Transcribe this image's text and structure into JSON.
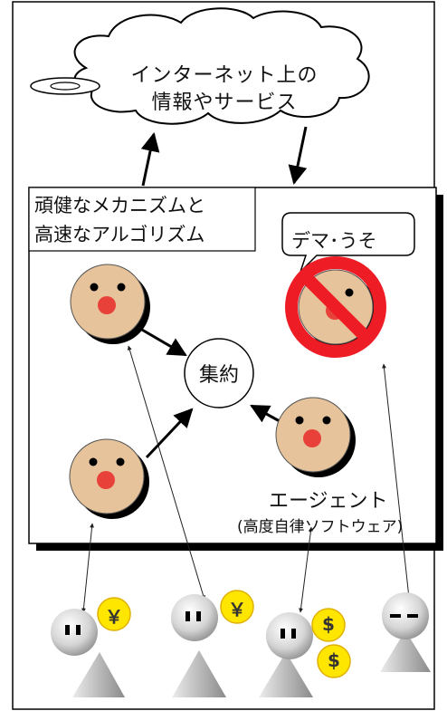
{
  "cloud": {
    "line1": "インターネット上の",
    "line2": "情報やサービス"
  },
  "box_title": {
    "line1": "頑健なメカニズムと",
    "line2": "高速なアルゴリズム"
  },
  "speech": {
    "text": "デマ･うそ"
  },
  "center": {
    "label": "集約"
  },
  "agent_label": {
    "name": "エージェント",
    "subtitle": "(高度自律ソフトウェア)"
  },
  "coins": [
    {
      "symbol": "￥"
    },
    {
      "symbol": "￥"
    },
    {
      "symbol": "$"
    },
    {
      "symbol": "$"
    }
  ],
  "colors": {
    "face": "#e6c39a",
    "nose": "#e8413a",
    "coin": "#ffe600",
    "prohibit": "#ee1c25",
    "person": "#b0b0b0"
  }
}
